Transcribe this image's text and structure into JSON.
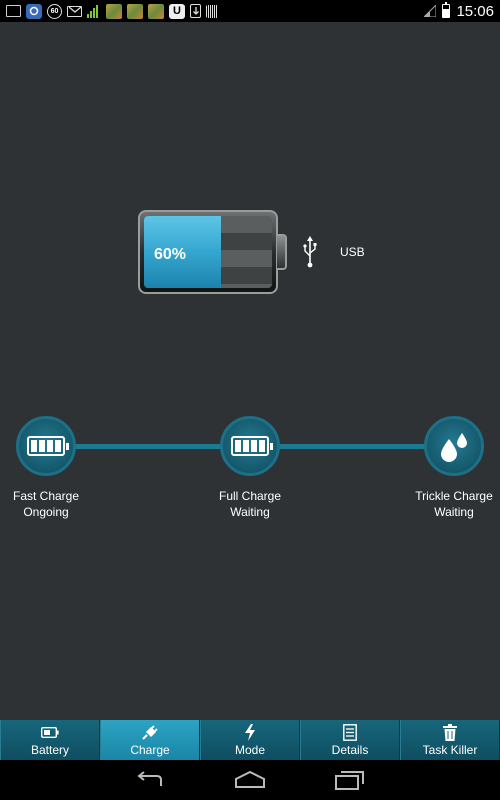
{
  "status_bar": {
    "time": "15:06",
    "icons": [
      "image-icon",
      "app-icon",
      "60-badge-icon",
      "mail-icon",
      "signal-bars-icon",
      "game-icon",
      "game-icon",
      "game-icon",
      "u-icon",
      "download-icon",
      "barcode-icon"
    ],
    "badge_60": "60",
    "u_label": "U"
  },
  "battery": {
    "level_percent": 60,
    "level_label": "60%",
    "source_label": "USB",
    "fill_color": "#32a3cc"
  },
  "stages": [
    {
      "name": "Fast Charge",
      "status": "Ongoing",
      "icon": "battery-full-icon"
    },
    {
      "name": "Full Charge",
      "status": "Waiting",
      "icon": "battery-full-icon"
    },
    {
      "name": "Trickle Charge",
      "status": "Waiting",
      "icon": "water-drops-icon"
    }
  ],
  "tabs": [
    {
      "label": "Battery",
      "icon": "battery-icon",
      "active": false
    },
    {
      "label": "Charge",
      "icon": "plug-icon",
      "active": true
    },
    {
      "label": "Mode",
      "icon": "lightning-icon",
      "active": false
    },
    {
      "label": "Details",
      "icon": "document-icon",
      "active": false
    },
    {
      "label": "Task Killer",
      "icon": "trash-icon",
      "active": false
    }
  ],
  "colors": {
    "background": "#2f3234",
    "accent": "#1b7b93",
    "tab_active": "#2da3c4"
  }
}
